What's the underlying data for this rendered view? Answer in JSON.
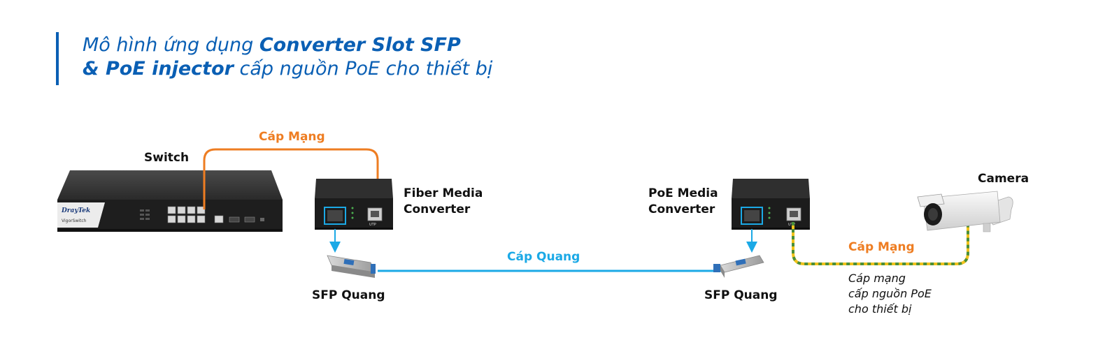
{
  "title": {
    "line1_italic": "Mô hình ứng dụng ",
    "line1_bold": "Converter Slot SFP",
    "line2_bold": "& PoE injector",
    "line2_italic": " cấp nguồn PoE cho thiết bị"
  },
  "labels": {
    "switch": "Switch",
    "fiber_converter_1": "Fiber Media",
    "fiber_converter_2": "Converter",
    "poe_converter_1": "PoE Media",
    "poe_converter_2": "Converter",
    "camera": "Camera",
    "cable_top": "Cáp Mạng",
    "fiber_cable": "Cáp Quang",
    "cable_right": "Cáp Mạng",
    "sfp_left": "SFP Quang",
    "sfp_right": "SFP Quang",
    "note_1": "Cáp mạng",
    "note_2": "cấp nguồn PoE",
    "note_3": "cho thiết bị"
  },
  "device_print": {
    "switch_brand": "DrayTek",
    "switch_model": "VigorSwitch",
    "converter_port": "UTP"
  },
  "colors": {
    "title": "#0a5fb4",
    "network_cable": "#ee7d22",
    "fiber_cable": "#1ba9e6",
    "poe_cable_yellow": "#f2c21b",
    "poe_cable_green": "#4a8f3a"
  }
}
